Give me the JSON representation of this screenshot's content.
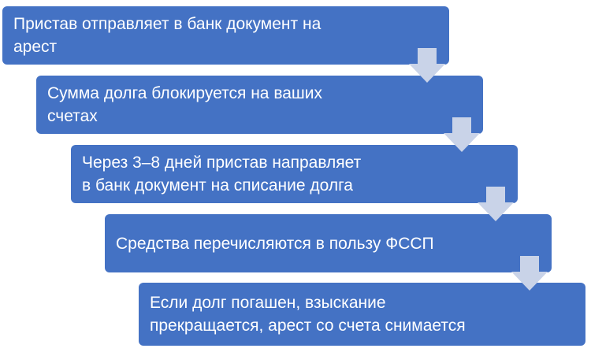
{
  "colors": {
    "step_fill": "#4472c4",
    "step_text": "#ffffff",
    "arrow_fill": "#c9d3e8"
  },
  "steps": [
    "Пристав отправляет в банк документ на\nарест",
    "Сумма долга блокируется на ваших\nсчетах",
    "Через 3–8 дней пристав направляет\nв банк документ на списание долга",
    "Средства перечисляются в пользу ФССП",
    "Если долг погашен, взыскание\nпрекращается, арест со счета снимается"
  ]
}
